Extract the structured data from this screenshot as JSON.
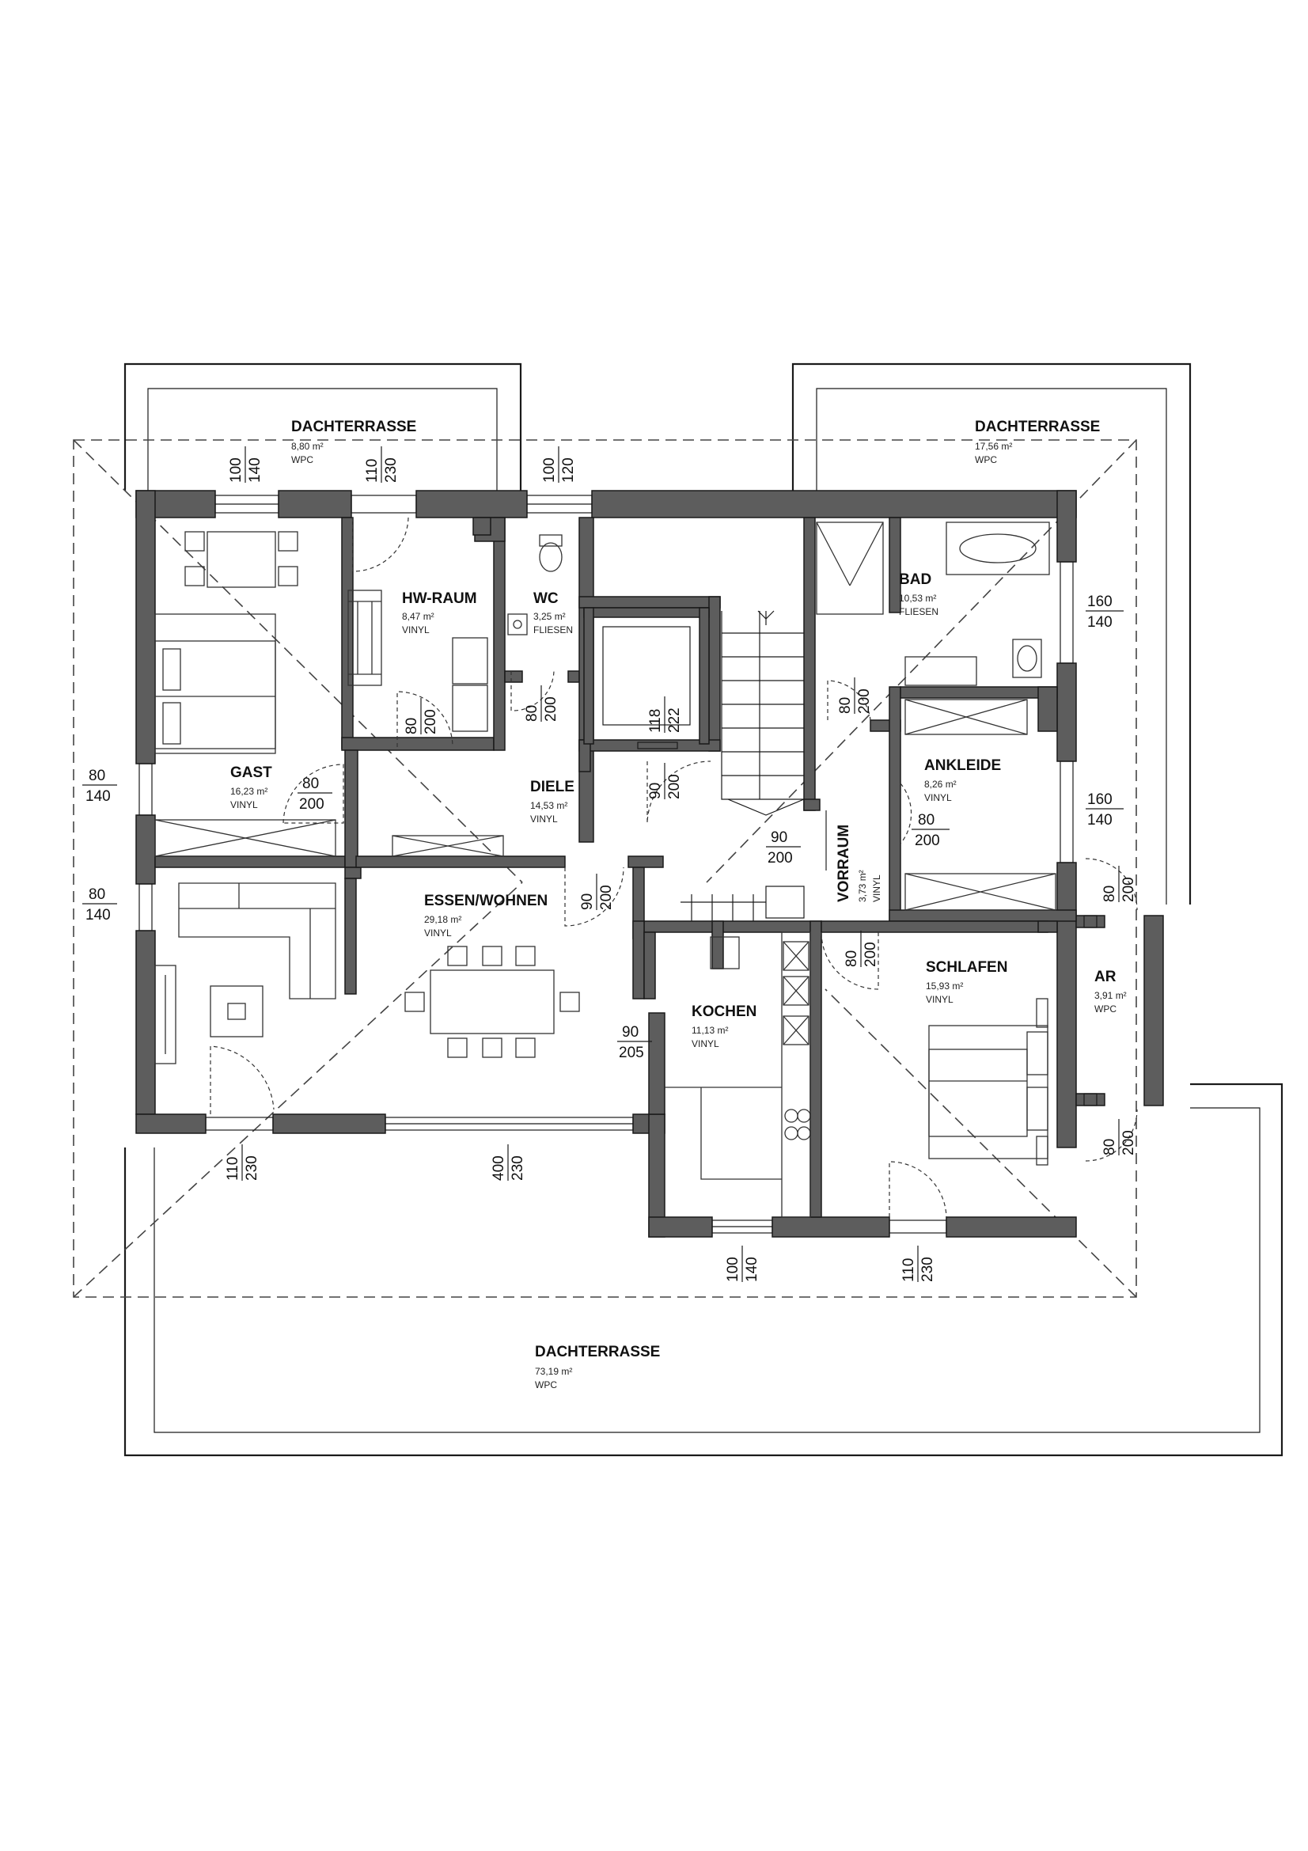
{
  "rooms": [
    {
      "id": "terrace-left",
      "name": "DACHTERRASSE",
      "area": "8,80 m²",
      "floor": "WPC"
    },
    {
      "id": "terrace-right",
      "name": "DACHTERRASSE",
      "area": "17,56 m²",
      "floor": "WPC"
    },
    {
      "id": "hw-raum",
      "name": "HW-RAUM",
      "area": "8,47 m²",
      "floor": "VINYL"
    },
    {
      "id": "wc",
      "name": "WC",
      "area": "3,25 m²",
      "floor": "FLIESEN"
    },
    {
      "id": "bad",
      "name": "BAD",
      "area": "10,53 m²",
      "floor": "FLIESEN"
    },
    {
      "id": "gast",
      "name": "GAST",
      "area": "16,23 m²",
      "floor": "VINYL"
    },
    {
      "id": "diele",
      "name": "DIELE",
      "area": "14,53 m²",
      "floor": "VINYL"
    },
    {
      "id": "ankleide",
      "name": "ANKLEIDE",
      "area": "8,26 m²",
      "floor": "VINYL"
    },
    {
      "id": "vorraum",
      "name": "VORRAUM",
      "area": "3,73 m²",
      "floor": "VINYL"
    },
    {
      "id": "essen-wohnen",
      "name": "ESSEN/WOHNEN",
      "area": "29,18 m²",
      "floor": "VINYL"
    },
    {
      "id": "schlafen",
      "name": "SCHLAFEN",
      "area": "15,93 m²",
      "floor": "VINYL"
    },
    {
      "id": "ar",
      "name": "AR",
      "area": "3,91 m²",
      "floor": "WPC"
    },
    {
      "id": "kochen",
      "name": "KOCHEN",
      "area": "11,13 m²",
      "floor": "VINYL"
    },
    {
      "id": "terrace-bottom",
      "name": "DACHTERRASSE",
      "area": "73,19 m²",
      "floor": "WPC"
    }
  ],
  "openings": [
    {
      "id": "win-gast-top",
      "w": "100",
      "h": "140"
    },
    {
      "id": "door-terrace-left",
      "w": "110",
      "h": "230"
    },
    {
      "id": "win-wc-top",
      "w": "100",
      "h": "120"
    },
    {
      "id": "win-bad-right",
      "w": "160",
      "h": "140"
    },
    {
      "id": "door-hw",
      "w": "80",
      "h": "200"
    },
    {
      "id": "door-wc",
      "w": "80",
      "h": "200"
    },
    {
      "id": "lift",
      "w": "118",
      "h": "222"
    },
    {
      "id": "door-bad",
      "w": "80",
      "h": "200"
    },
    {
      "id": "win-gast-left",
      "w": "80",
      "h": "140"
    },
    {
      "id": "door-gast",
      "w": "80",
      "h": "200"
    },
    {
      "id": "door-stair",
      "w": "90",
      "h": "200"
    },
    {
      "id": "win-ankleide-right",
      "w": "160",
      "h": "140"
    },
    {
      "id": "door-entrance",
      "w": "90",
      "h": "200"
    },
    {
      "id": "door-ankleide",
      "w": "80",
      "h": "200"
    },
    {
      "id": "win-wohnen-left",
      "w": "80",
      "h": "140"
    },
    {
      "id": "door-wohnen",
      "w": "90",
      "h": "200"
    },
    {
      "id": "door-ar-top",
      "w": "80",
      "h": "200"
    },
    {
      "id": "door-schlafen",
      "w": "80",
      "h": "200"
    },
    {
      "id": "door-kochen",
      "w": "90",
      "h": "205"
    },
    {
      "id": "door-ar-bottom",
      "w": "80",
      "h": "200"
    },
    {
      "id": "door-wohnen-terrace",
      "w": "110",
      "h": "230"
    },
    {
      "id": "slide-wohnen",
      "w": "400",
      "h": "230"
    },
    {
      "id": "win-kochen-bottom",
      "w": "100",
      "h": "140"
    },
    {
      "id": "door-schlafen-terrace",
      "w": "110",
      "h": "230"
    }
  ]
}
